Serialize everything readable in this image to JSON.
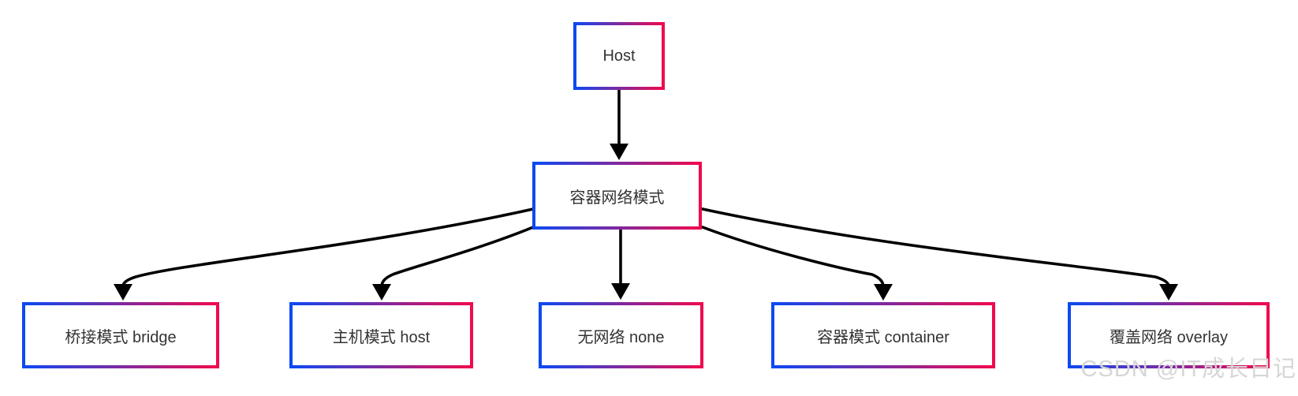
{
  "diagram": {
    "nodes": {
      "host": "Host",
      "central": "容器网络模式",
      "bridge": "桥接模式 bridge",
      "host_mode": "主机模式 host",
      "none": "无网络 none",
      "container": "容器模式 container",
      "overlay": "覆盖网络 overlay"
    },
    "edges": [
      {
        "from": "host",
        "to": "central"
      },
      {
        "from": "central",
        "to": "bridge"
      },
      {
        "from": "central",
        "to": "host_mode"
      },
      {
        "from": "central",
        "to": "none"
      },
      {
        "from": "central",
        "to": "container"
      },
      {
        "from": "central",
        "to": "overlay"
      }
    ],
    "colors": {
      "border_gradient_start": "#0d49f2",
      "border_gradient_end": "#f00a4e",
      "arrow": "#000000",
      "text": "#333333",
      "background": "#ffffff",
      "watermark": "#d6d6d6"
    },
    "watermark": "CSDN @IT成长日记"
  }
}
